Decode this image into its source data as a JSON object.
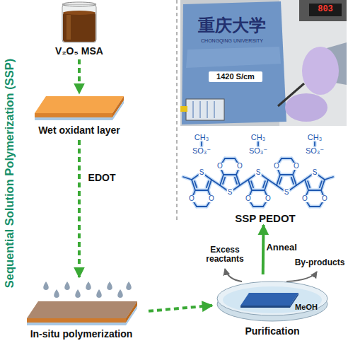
{
  "diagram": {
    "title": "Sequential Solution Polymerization (SSP)",
    "nodes": [
      {
        "text": [
          "V₂O₅ MSA"
        ]
      },
      {
        "text": [
          "Wet oxidant layer"
        ]
      },
      {
        "text": [
          "In-situ polymerization"
        ]
      },
      {
        "text": [
          "MeOH",
          "Purification"
        ]
      },
      {
        "text": [
          "SSP PEDOT"
        ]
      },
      {
        "text": [
          "1420 S/cm"
        ]
      }
    ],
    "edges": [
      {
        "from": 0,
        "to": 1,
        "arrow": "to"
      },
      {
        "from": 1,
        "to": 2,
        "label": "EDOT",
        "arrow": "to"
      },
      {
        "from": 2,
        "to": 3,
        "arrow": "to"
      },
      {
        "from": 3,
        "to": 4,
        "label": "Anneal",
        "arrow": "to"
      }
    ],
    "labels": [
      "Excess reactants",
      "By-products",
      "CH₃",
      "SO₃⁻",
      "CH₃",
      "SO₃⁻",
      "CH₃",
      "SO₃⁻",
      "S",
      "O",
      "O",
      "S",
      "O",
      "O",
      "S",
      "O",
      "O",
      "S",
      "O",
      "O",
      "S",
      "O",
      "O",
      "重庆大学",
      "CHONGQING UNIVERSITY",
      "803"
    ]
  }
}
